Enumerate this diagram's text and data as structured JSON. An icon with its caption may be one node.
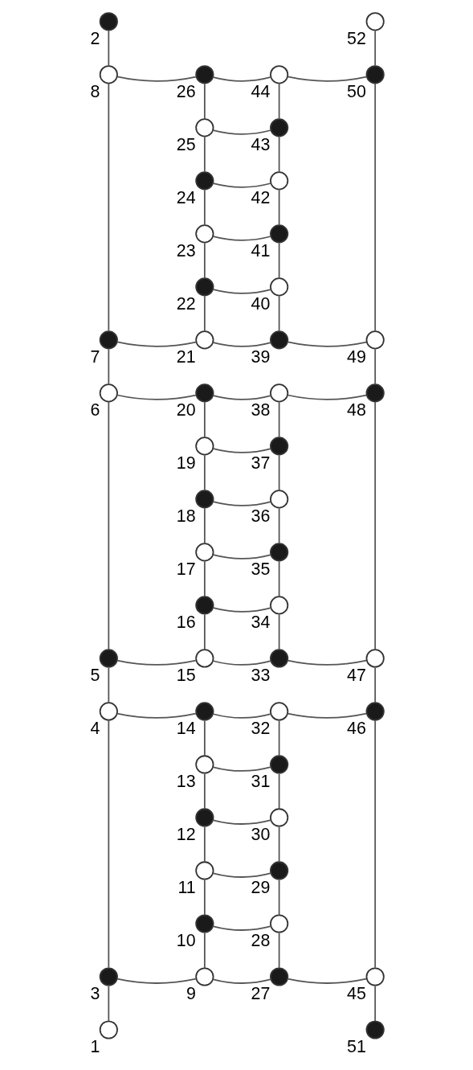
{
  "diagram": {
    "nodes": [
      {
        "text": [],
        "shape": "circle",
        "beside": [
          "1"
        ]
      },
      {
        "text": [],
        "shape": "circle",
        "beside": [
          "2"
        ]
      },
      {
        "text": [],
        "shape": "circle",
        "beside": [
          "3"
        ]
      },
      {
        "text": [],
        "shape": "circle",
        "beside": [
          "4"
        ]
      },
      {
        "text": [],
        "shape": "circle",
        "beside": [
          "5"
        ]
      },
      {
        "text": [],
        "shape": "circle",
        "beside": [
          "6"
        ]
      },
      {
        "text": [],
        "shape": "circle",
        "beside": [
          "7"
        ]
      },
      {
        "text": [],
        "shape": "circle",
        "beside": [
          "8"
        ]
      },
      {
        "text": [],
        "shape": "circle",
        "beside": [
          "9"
        ]
      },
      {
        "text": [],
        "shape": "circle",
        "beside": [
          "10"
        ]
      },
      {
        "text": [],
        "shape": "circle",
        "beside": [
          "11"
        ]
      },
      {
        "text": [],
        "shape": "circle",
        "beside": [
          "12"
        ]
      },
      {
        "text": [],
        "shape": "circle",
        "beside": [
          "13"
        ]
      },
      {
        "text": [],
        "shape": "circle",
        "beside": [
          "14"
        ]
      },
      {
        "text": [],
        "shape": "circle",
        "beside": [
          "15"
        ]
      },
      {
        "text": [],
        "shape": "circle",
        "beside": [
          "16"
        ]
      },
      {
        "text": [],
        "shape": "circle",
        "beside": [
          "17"
        ]
      },
      {
        "text": [],
        "shape": "circle",
        "beside": [
          "18"
        ]
      },
      {
        "text": [],
        "shape": "circle",
        "beside": [
          "19"
        ]
      },
      {
        "text": [],
        "shape": "circle",
        "beside": [
          "20"
        ]
      },
      {
        "text": [],
        "shape": "circle",
        "beside": [
          "21"
        ]
      },
      {
        "text": [],
        "shape": "circle",
        "beside": [
          "22"
        ]
      },
      {
        "text": [],
        "shape": "circle",
        "beside": [
          "23"
        ]
      },
      {
        "text": [],
        "shape": "circle",
        "beside": [
          "24"
        ]
      },
      {
        "text": [],
        "shape": "circle",
        "beside": [
          "25"
        ]
      },
      {
        "text": [],
        "shape": "circle",
        "beside": [
          "26"
        ]
      },
      {
        "text": [],
        "shape": "circle",
        "beside": [
          "27"
        ]
      },
      {
        "text": [],
        "shape": "circle",
        "beside": [
          "28"
        ]
      },
      {
        "text": [],
        "shape": "circle",
        "beside": [
          "29"
        ]
      },
      {
        "text": [],
        "shape": "circle",
        "beside": [
          "30"
        ]
      },
      {
        "text": [],
        "shape": "circle",
        "beside": [
          "31"
        ]
      },
      {
        "text": [],
        "shape": "circle",
        "beside": [
          "32"
        ]
      },
      {
        "text": [],
        "shape": "circle",
        "beside": [
          "33"
        ]
      },
      {
        "text": [],
        "shape": "circle",
        "beside": [
          "34"
        ]
      },
      {
        "text": [],
        "shape": "circle",
        "beside": [
          "35"
        ]
      },
      {
        "text": [],
        "shape": "circle",
        "beside": [
          "36"
        ]
      },
      {
        "text": [],
        "shape": "circle",
        "beside": [
          "37"
        ]
      },
      {
        "text": [],
        "shape": "circle",
        "beside": [
          "38"
        ]
      },
      {
        "text": [],
        "shape": "circle",
        "beside": [
          "39"
        ]
      },
      {
        "text": [],
        "shape": "circle",
        "beside": [
          "40"
        ]
      },
      {
        "text": [],
        "shape": "circle",
        "beside": [
          "41"
        ]
      },
      {
        "text": [],
        "shape": "circle",
        "beside": [
          "42"
        ]
      },
      {
        "text": [],
        "shape": "circle",
        "beside": [
          "43"
        ]
      },
      {
        "text": [],
        "shape": "circle",
        "beside": [
          "44"
        ]
      },
      {
        "text": [],
        "shape": "circle",
        "beside": [
          "45"
        ]
      },
      {
        "text": [],
        "shape": "circle",
        "beside": [
          "46"
        ]
      },
      {
        "text": [],
        "shape": "circle",
        "beside": [
          "47"
        ]
      },
      {
        "text": [],
        "shape": "circle",
        "beside": [
          "48"
        ]
      },
      {
        "text": [],
        "shape": "circle",
        "beside": [
          "49"
        ]
      },
      {
        "text": [],
        "shape": "circle",
        "beside": [
          "50"
        ]
      },
      {
        "text": [],
        "shape": "circle",
        "beside": [
          "51"
        ]
      },
      {
        "text": [],
        "shape": "circle",
        "beside": [
          "52"
        ]
      }
    ],
    "edges": [
      {
        "from": 0,
        "to": 2,
        "arrow": "none"
      },
      {
        "from": 50,
        "to": 44,
        "arrow": "none"
      },
      {
        "from": 7,
        "to": 1,
        "arrow": "none"
      },
      {
        "from": 49,
        "to": 51,
        "arrow": "none"
      },
      {
        "from": 2,
        "to": 3,
        "arrow": "none"
      },
      {
        "from": 3,
        "to": 4,
        "arrow": "none"
      },
      {
        "from": 4,
        "to": 5,
        "arrow": "none"
      },
      {
        "from": 5,
        "to": 6,
        "arrow": "none"
      },
      {
        "from": 6,
        "to": 7,
        "arrow": "none"
      },
      {
        "from": 44,
        "to": 45,
        "arrow": "none"
      },
      {
        "from": 45,
        "to": 46,
        "arrow": "none"
      },
      {
        "from": 46,
        "to": 47,
        "arrow": "none"
      },
      {
        "from": 47,
        "to": 48,
        "arrow": "none"
      },
      {
        "from": 48,
        "to": 49,
        "arrow": "none"
      },
      {
        "from": 8,
        "to": 9,
        "arrow": "none"
      },
      {
        "from": 9,
        "to": 10,
        "arrow": "none"
      },
      {
        "from": 10,
        "to": 11,
        "arrow": "none"
      },
      {
        "from": 11,
        "to": 12,
        "arrow": "none"
      },
      {
        "from": 12,
        "to": 13,
        "arrow": "none"
      },
      {
        "from": 14,
        "to": 15,
        "arrow": "none"
      },
      {
        "from": 15,
        "to": 16,
        "arrow": "none"
      },
      {
        "from": 16,
        "to": 17,
        "arrow": "none"
      },
      {
        "from": 17,
        "to": 18,
        "arrow": "none"
      },
      {
        "from": 18,
        "to": 19,
        "arrow": "none"
      },
      {
        "from": 20,
        "to": 21,
        "arrow": "none"
      },
      {
        "from": 21,
        "to": 22,
        "arrow": "none"
      },
      {
        "from": 22,
        "to": 23,
        "arrow": "none"
      },
      {
        "from": 23,
        "to": 24,
        "arrow": "none"
      },
      {
        "from": 24,
        "to": 25,
        "arrow": "none"
      },
      {
        "from": 26,
        "to": 27,
        "arrow": "none"
      },
      {
        "from": 27,
        "to": 28,
        "arrow": "none"
      },
      {
        "from": 28,
        "to": 29,
        "arrow": "none"
      },
      {
        "from": 29,
        "to": 30,
        "arrow": "none"
      },
      {
        "from": 30,
        "to": 31,
        "arrow": "none"
      },
      {
        "from": 32,
        "to": 33,
        "arrow": "none"
      },
      {
        "from": 33,
        "to": 34,
        "arrow": "none"
      },
      {
        "from": 34,
        "to": 35,
        "arrow": "none"
      },
      {
        "from": 35,
        "to": 36,
        "arrow": "none"
      },
      {
        "from": 36,
        "to": 37,
        "arrow": "none"
      },
      {
        "from": 38,
        "to": 39,
        "arrow": "none"
      },
      {
        "from": 39,
        "to": 40,
        "arrow": "none"
      },
      {
        "from": 40,
        "to": 41,
        "arrow": "none"
      },
      {
        "from": 41,
        "to": 42,
        "arrow": "none"
      },
      {
        "from": 42,
        "to": 43,
        "arrow": "none"
      },
      {
        "from": 2,
        "to": 8,
        "arrow": "none"
      },
      {
        "from": 8,
        "to": 26,
        "arrow": "none"
      },
      {
        "from": 26,
        "to": 44,
        "arrow": "none"
      },
      {
        "from": 9,
        "to": 27,
        "arrow": "none"
      },
      {
        "from": 10,
        "to": 28,
        "arrow": "none"
      },
      {
        "from": 11,
        "to": 29,
        "arrow": "none"
      },
      {
        "from": 12,
        "to": 30,
        "arrow": "none"
      },
      {
        "from": 3,
        "to": 13,
        "arrow": "none"
      },
      {
        "from": 13,
        "to": 31,
        "arrow": "none"
      },
      {
        "from": 31,
        "to": 45,
        "arrow": "none"
      },
      {
        "from": 4,
        "to": 14,
        "arrow": "none"
      },
      {
        "from": 14,
        "to": 32,
        "arrow": "none"
      },
      {
        "from": 32,
        "to": 46,
        "arrow": "none"
      },
      {
        "from": 15,
        "to": 33,
        "arrow": "none"
      },
      {
        "from": 16,
        "to": 34,
        "arrow": "none"
      },
      {
        "from": 17,
        "to": 35,
        "arrow": "none"
      },
      {
        "from": 18,
        "to": 36,
        "arrow": "none"
      },
      {
        "from": 5,
        "to": 19,
        "arrow": "none"
      },
      {
        "from": 19,
        "to": 37,
        "arrow": "none"
      },
      {
        "from": 37,
        "to": 47,
        "arrow": "none"
      },
      {
        "from": 6,
        "to": 20,
        "arrow": "none"
      },
      {
        "from": 20,
        "to": 38,
        "arrow": "none"
      },
      {
        "from": 38,
        "to": 48,
        "arrow": "none"
      },
      {
        "from": 21,
        "to": 39,
        "arrow": "none"
      },
      {
        "from": 22,
        "to": 40,
        "arrow": "none"
      },
      {
        "from": 23,
        "to": 41,
        "arrow": "none"
      },
      {
        "from": 24,
        "to": 42,
        "arrow": "none"
      },
      {
        "from": 7,
        "to": 25,
        "arrow": "none"
      },
      {
        "from": 25,
        "to": 43,
        "arrow": "none"
      },
      {
        "from": 43,
        "to": 49,
        "arrow": "none"
      }
    ]
  }
}
